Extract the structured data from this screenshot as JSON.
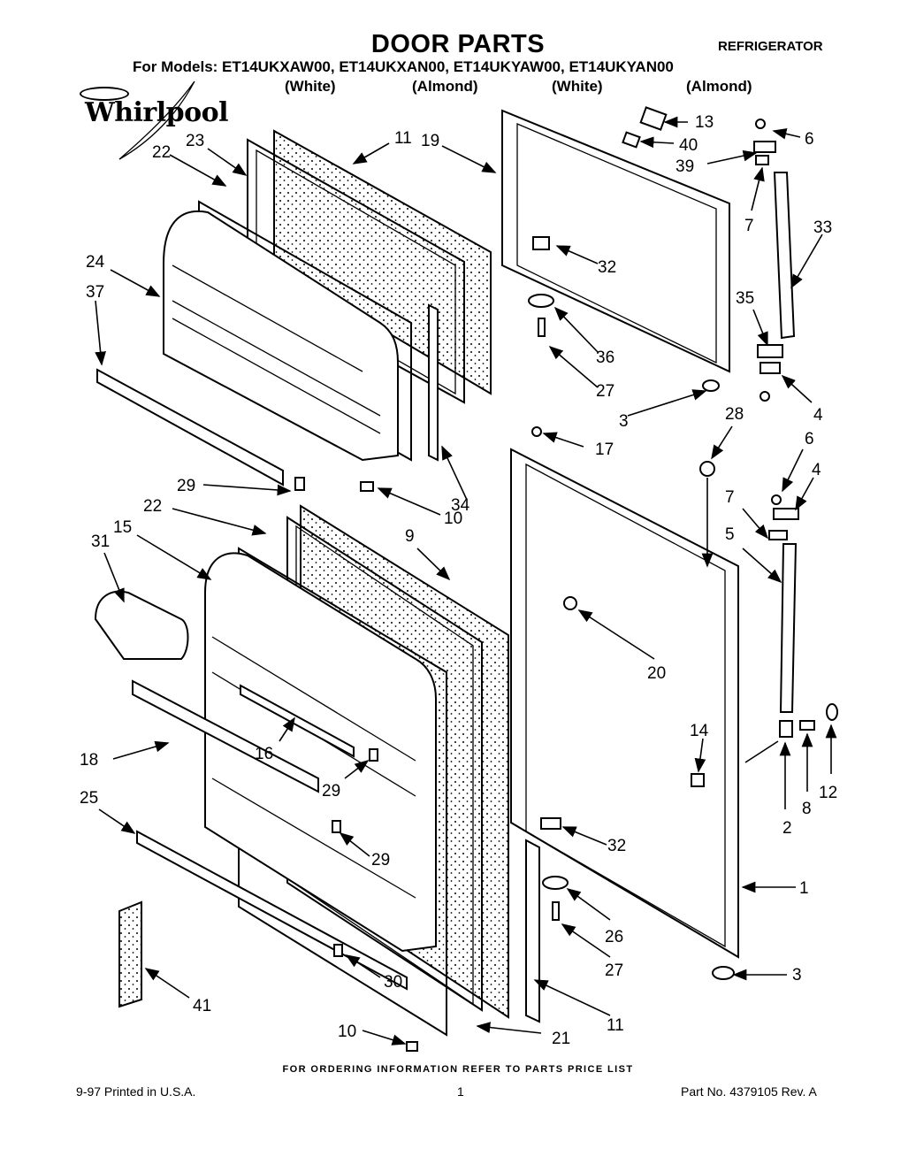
{
  "header": {
    "title": "DOOR PARTS",
    "category": "REFRIGERATOR",
    "models_line": "For Models: ET14UKXAW00, ET14UKXAN00, ET14UKYAW00, ET14UKYAN00",
    "colors": [
      "(White)",
      "(Almond)",
      "(White)",
      "(Almond)"
    ],
    "brand": "Whirlpool"
  },
  "callouts": {
    "c1": "1",
    "c2": "2",
    "c3a": "3",
    "c3b": "3",
    "c4a": "4",
    "c4b": "4",
    "c5": "5",
    "c6a": "6",
    "c6b": "6",
    "c7a": "7",
    "c7b": "7",
    "c8": "8",
    "c9": "9",
    "c10a": "10",
    "c10b": "10",
    "c11a": "11",
    "c11b": "11",
    "c12": "12",
    "c13": "13",
    "c14": "14",
    "c15": "15",
    "c16": "16",
    "c17": "17",
    "c18": "18",
    "c19": "19",
    "c20": "20",
    "c21": "21",
    "c22a": "22",
    "c22b": "22",
    "c23": "23",
    "c24": "24",
    "c25": "25",
    "c26": "26",
    "c27a": "27",
    "c27b": "27",
    "c28": "28",
    "c29a": "29",
    "c29b": "29",
    "c29c": "29",
    "c30": "30",
    "c31": "31",
    "c32a": "32",
    "c32b": "32",
    "c33": "33",
    "c34": "34",
    "c35": "35",
    "c36": "36",
    "c37": "37",
    "c39": "39",
    "c40": "40",
    "c41": "41"
  },
  "footer": {
    "order_note": "FOR ORDERING INFORMATION REFER TO PARTS PRICE LIST",
    "print_info": "9-97 Printed in U.S.A.",
    "page_number": "1",
    "part_number": "Part No. 4379105 Rev. A"
  }
}
